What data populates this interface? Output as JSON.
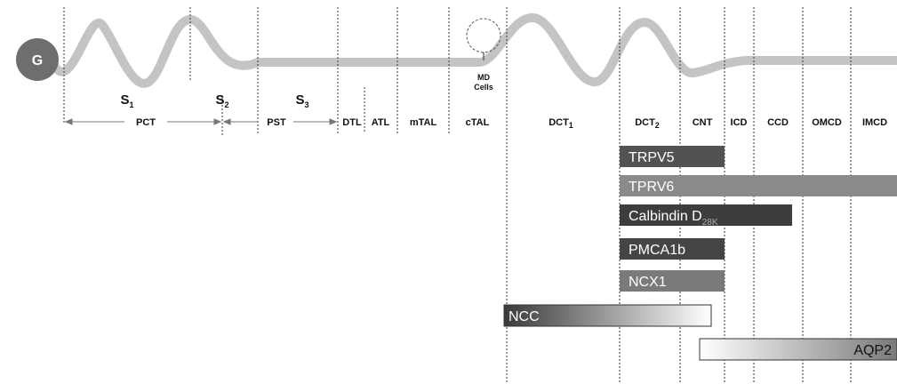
{
  "glomerulus": {
    "label": "G"
  },
  "md_cells": {
    "line1": "MD",
    "line2": "Cells"
  },
  "s_labels": {
    "s1": {
      "base": "S",
      "sub": "1"
    },
    "s2": {
      "base": "S",
      "sub": "2"
    },
    "s3": {
      "base": "S",
      "sub": "3"
    }
  },
  "segments": {
    "pct": "PCT",
    "pst": "PST",
    "dtl": "DTL",
    "atl": "ATL",
    "mtal": "mTAL",
    "ctal": "cTAL",
    "dct1": {
      "base": "DCT",
      "sub": "1"
    },
    "dct2": {
      "base": "DCT",
      "sub": "2"
    },
    "cnt": "CNT",
    "icd": "ICD",
    "ccd": "CCD",
    "omcd": "OMCD",
    "imcd": "IMCD"
  },
  "bars": {
    "trpv5": "TRPV5",
    "tprv6": "TPRV6",
    "calbindin": {
      "base": "Calbindin D",
      "sub": "28K"
    },
    "pmca1b": "PMCA1b",
    "ncx1": "NCX1",
    "ncc": "NCC",
    "aqp2": "AQP2"
  },
  "colors": {
    "tubule": "#c4c4c4",
    "glomerulus": "#6e6e6e",
    "trpv5": "#525252",
    "tprv6": "#8a8a8a",
    "calbindin": "#3d3d3d",
    "pmca1b": "#454545",
    "ncx1": "#7a7a7a"
  }
}
